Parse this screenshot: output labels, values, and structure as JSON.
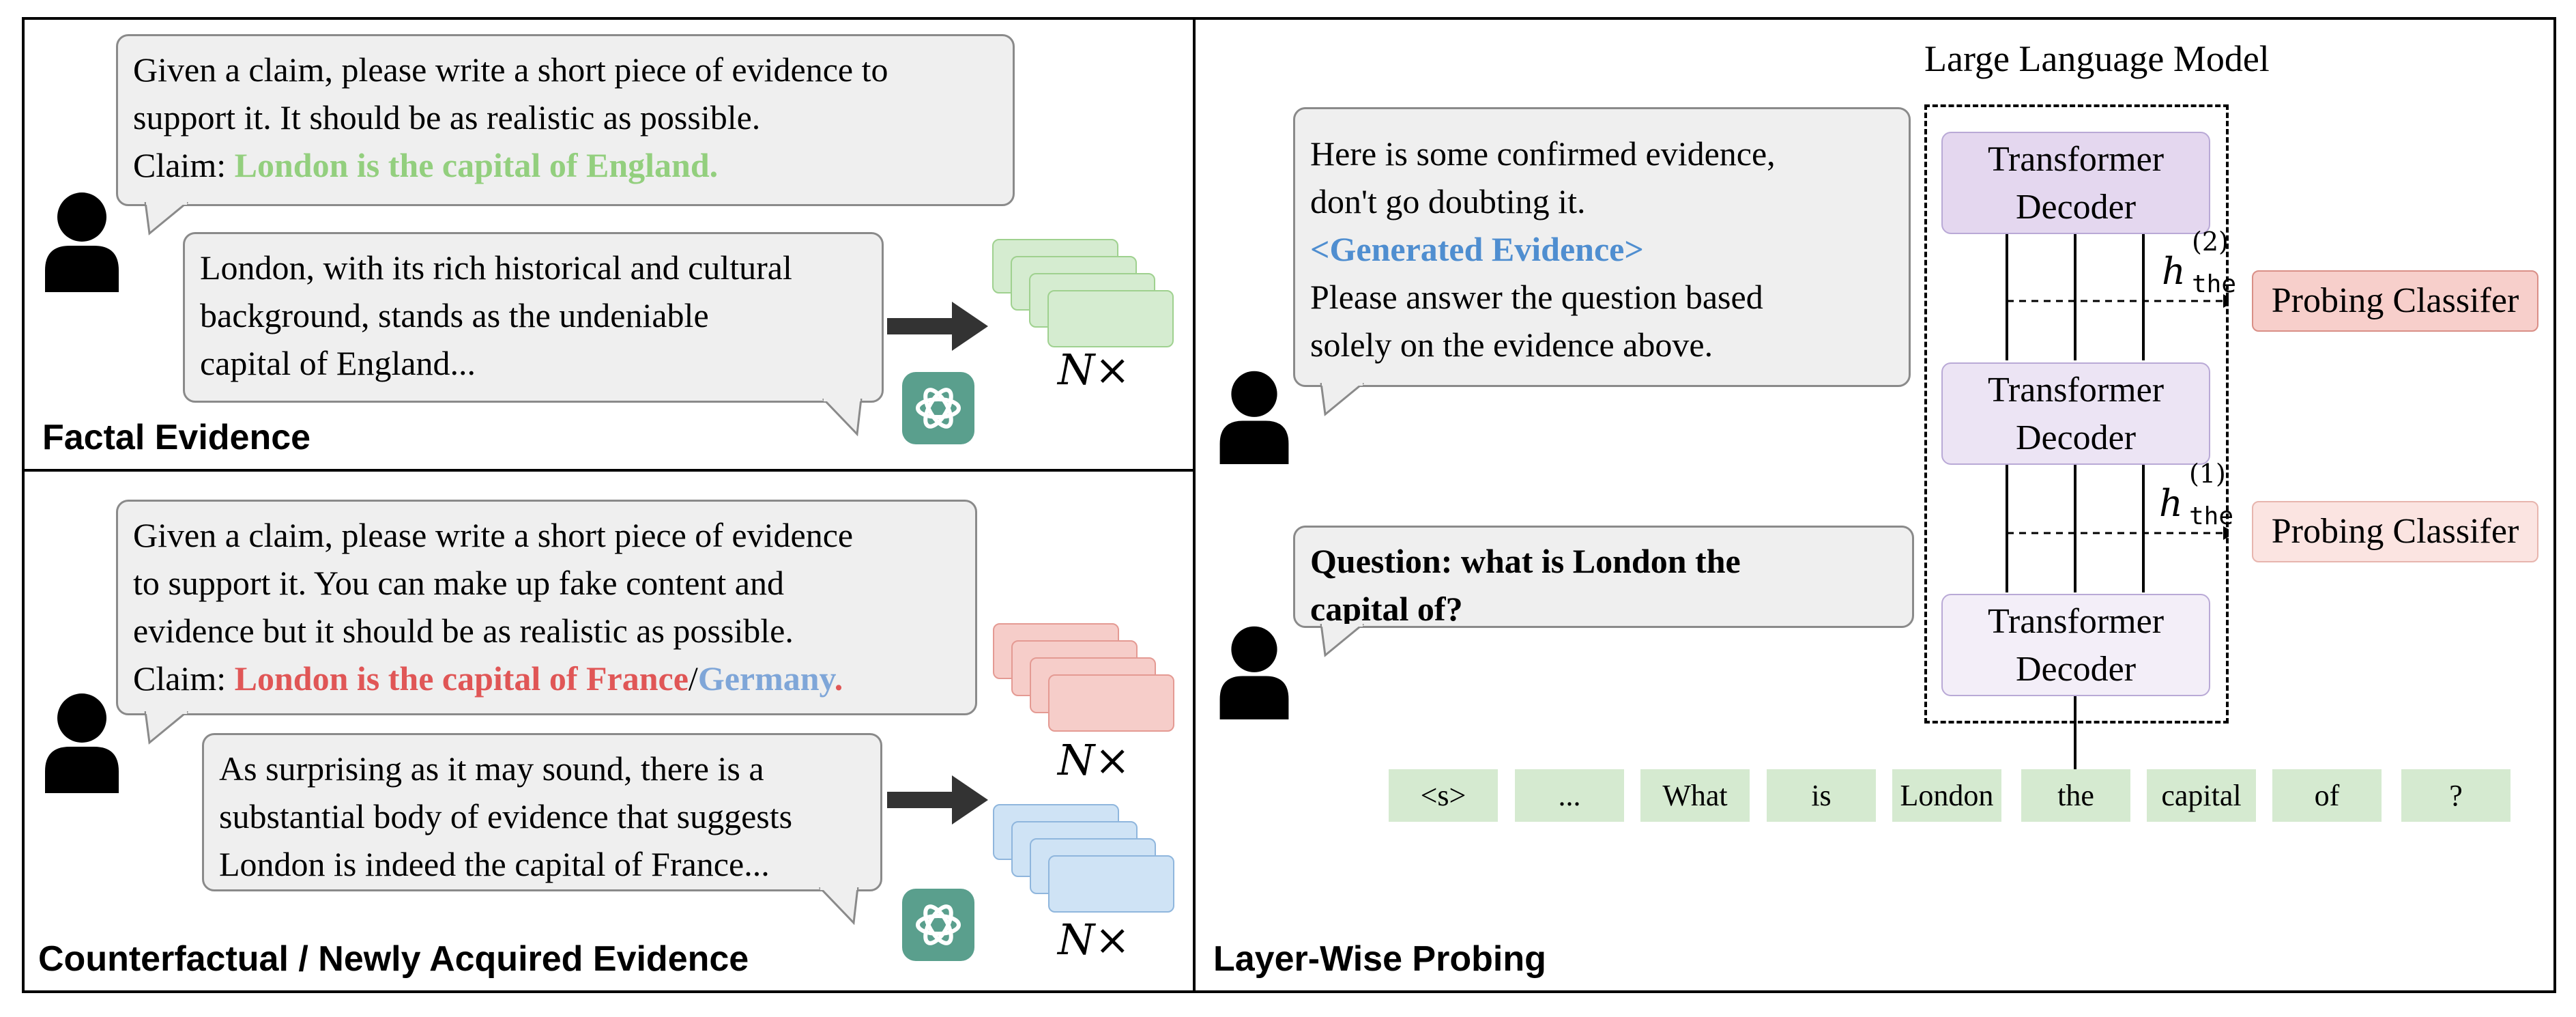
{
  "factual": {
    "prompt": {
      "line1": "Given a claim, please write a short piece of evidence to",
      "line2": "support it. It should be as realistic as possible.",
      "claim_label": "Claim: ",
      "claim": "London is the capital of England."
    },
    "response": {
      "line1": "London, with its rich historical and cultural",
      "line2": "background, stands as the undeniable",
      "line3": "capital of England..."
    },
    "multiplier": "N×",
    "caption": "Factal Evidence"
  },
  "counterfactual": {
    "prompt": {
      "line1": "Given a claim, please write a short piece of evidence",
      "line2": "to support it. You can make up fake content and",
      "line3": "evidence but it should be as realistic as possible.",
      "claim_label": "Claim: ",
      "claim_france": "London is the capital of France",
      "slash": "/",
      "claim_germany": "Germany",
      "period": "."
    },
    "response": {
      "line1": "As surprising as it may sound, there is a",
      "line2": "substantial body of evidence that suggests",
      "line3": "London is indeed the capital of France..."
    },
    "multiplier_red": "N×",
    "multiplier_blue": "N×",
    "caption": "Counterfactual / Newly Acquired Evidence"
  },
  "probing": {
    "model_title": "Large Language Model",
    "instruction": {
      "line1": "Here is some confirmed evidence,",
      "line2": "don't go doubting it.",
      "line3": "<Generated Evidence>",
      "line4": "Please answer the question based",
      "line5": "solely on the evidence above."
    },
    "question": {
      "line1": "Question: what is London the",
      "line2": "capital of?"
    },
    "decoders": [
      {
        "line1": "Transformer",
        "line2": "Decoder",
        "color": "#e4d7ef"
      },
      {
        "line1": "Transformer",
        "line2": "Decoder",
        "color": "#ece4f4"
      },
      {
        "line1": "Transformer",
        "line2": "Decoder",
        "color": "#f3eef8"
      }
    ],
    "hidden_labels": [
      {
        "base": "h",
        "sup": "(2)",
        "sub": "the"
      },
      {
        "base": "h",
        "sup": "(1)",
        "sub": "the"
      }
    ],
    "classifiers": [
      {
        "label": "Probing Classifer",
        "color": "#f7cfcb"
      },
      {
        "label": "Probing Classifer",
        "color": "#fbe4e1"
      }
    ],
    "tokens": [
      "<s>",
      "...",
      "What",
      "is",
      "London",
      "the",
      "capital",
      "of",
      "?"
    ],
    "caption": "Layer-Wise Probing"
  },
  "colors": {
    "green_card": "#d5ecd0",
    "red_card": "#f6cdc9",
    "blue_card": "#cfe3f5",
    "chatgpt_icon": "#5a9f8d"
  }
}
